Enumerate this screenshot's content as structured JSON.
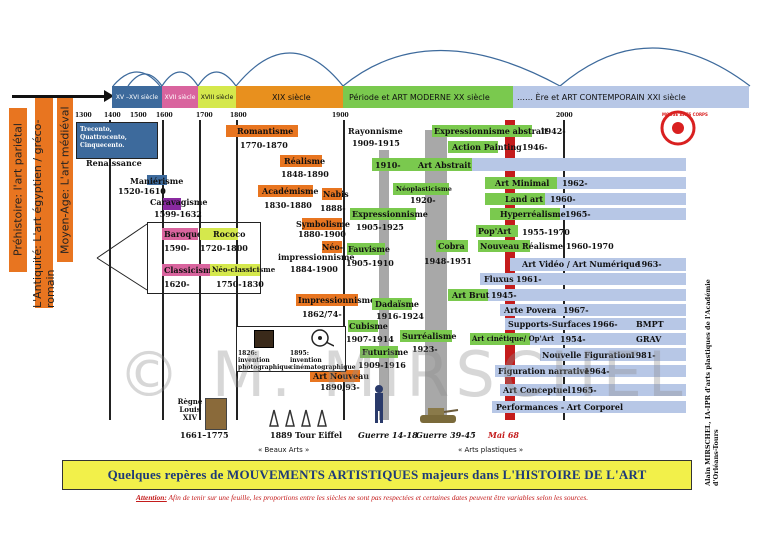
{
  "colors": {
    "blue": "#b7c7e6",
    "orange": "#e87520",
    "green": "#7ac94e",
    "pink": "#d9649e",
    "yellow": "#d5e84c",
    "grey": "#a8a8a8",
    "red": "#c41c1c",
    "darkblue": "#3d6a9c"
  },
  "left_bars": [
    {
      "text": "Préhistoire: l'art pariétal"
    },
    {
      "text": "L'Antiquité: L'art égyptien / gréco-romain"
    },
    {
      "text": "Moyen-Age: L'art médiéval"
    }
  ],
  "bands": {
    "xv_xvi": "XV –XVI siècle",
    "xvii": "XVII siècle",
    "xviii": "XVIII siècle",
    "xix": "XIX   siècle",
    "modern": "Période et ART MODERNE  XX siècle",
    "contemporain": "…… Ère et ART CONTEMPORAIN  XXI siècle"
  },
  "ticks": {
    "t1300": "1300",
    "t1400": "1400",
    "t1500": "1500",
    "t1600": "1600",
    "t1700": "1700",
    "t1800": "1800",
    "t1900": "1900",
    "t2000": "2000"
  },
  "movements": {
    "trecento": "Trecento, Quattrocento, Cinquecento.",
    "renaissance": "Renaissance",
    "manierisme": "Maniérisme",
    "manierisme_date": "1520-1610",
    "caravagisme": "Caravagisme",
    "caravagisme_date": "1599-1632",
    "baroque": "Baroque",
    "baroque_date": "1590-",
    "rococo": "Rococo",
    "rococo_date": "1720-1800",
    "classicisme": "Classicisme",
    "classicisme_date": "1620-",
    "neoclassicisme": "Néo-classicisme",
    "neoclassicisme_date": "1750-1830",
    "romantisme": "Romantisme",
    "romantisme_date": "1770-1870",
    "realisme": "Réalisme",
    "realisme_date": "1848-1890",
    "academisme": "Académisme",
    "academisme_date": "1830-1880",
    "nabis": "Nabis",
    "nabis_date": "1888-",
    "symbolisme": "Symbolisme",
    "symbolisme_date": "1880-1900",
    "neoimpressionnisme": "Néo-",
    "neoimpressionnisme2": "impressionnisme",
    "neoimpressionnisme_date": "1884-1900",
    "impressionnisme": "Impressionnisme",
    "impressionnisme_date": "1862/74-",
    "artnouveau": "Art Nouveau",
    "artnouveau_date": "1890/93-",
    "rayonnisme": "Rayonnisme",
    "rayonnisme_date": "1909-1915",
    "expressionnisme": "Expressionnisme",
    "expressionnisme_date": "1905-1925",
    "fauvisme": "Fauvisme",
    "fauvisme_date": "1905-1910",
    "dadaisme": "Dadaïsme",
    "dadaisme_date": "1916-1924",
    "cubisme": "Cubisme",
    "cubisme_date": "1907-1914",
    "futurisme": "Futurisme",
    "futurisme_date": "1909-1916",
    "surrealisme": "Surréalisme",
    "surrealisme_date": "1923-",
    "neoplasticisme": "Néoplasticisme",
    "neoplasticisme_date": "1920-",
    "cobra": "Cobra",
    "cobra_date": "1948-1951",
    "art_abstrait_start": "1910-",
    "art_abstrait": "Art Abstrait",
    "expr_abstrait": "Expressionnisme abstrait",
    "expr_abstrait_date": "1942-",
    "action_painting": "Action Painting",
    "action_painting_date": "1946-",
    "art_minimal": "Art Minimal",
    "art_minimal_date": "1962-",
    "land_art": "Land art",
    "land_art_date": "1960-",
    "hyperrealisme": "Hyperréalisme",
    "hyperrealisme_date": "1965-",
    "pop_art": "Pop'Art",
    "pop_art_date": "1955-1970",
    "nouveau_realisme": "Nouveau Réalisme 1960-1970",
    "art_video": "Art Vidéo / Art Numérique",
    "art_video_date": "1963-",
    "fluxus": "Fluxus",
    "fluxus_date": "1961-",
    "art_brut": "Art Brut",
    "art_brut_date": "1945-",
    "arte_povera": "Arte Povera",
    "arte_povera_date": "1967-",
    "supports_surfaces": "Supports-Surfaces",
    "supports_surfaces_date": "1966-",
    "bmpt": "BMPT",
    "art_cinetique": "Art cinétique/ Op'Art",
    "art_cinetique_date": "1954-",
    "grav": "GRAV",
    "nouvelle_figuration": "Nouvelle Figuration",
    "nouvelle_figuration_date": "1981-",
    "figuration_narrative": "Figuration narrative",
    "figuration_narrative_date": "1964-",
    "art_conceptuel": "Art Conceptuel",
    "art_conceptuel_date": "1965-",
    "performances": "Performances - Art Corporel"
  },
  "inventions": {
    "photo": "1826: invention photographique",
    "cinema": "1895: invention cinématographique"
  },
  "events": {
    "louis": "Règne Louis XIV",
    "louis_date": "1661–1775",
    "eiffel": "1889  Tour Eiffel",
    "war1": "Guerre 14-18",
    "war2": "Guerre 39-45",
    "mai68": "Mai 68",
    "beaux_arts": "« Beaux Arts »",
    "arts_plastiques": "« Arts plastiques »"
  },
  "watermark": "© M. MIRSCHEL",
  "title": "Quelques repères de MOUVEMENTS ARTISTIQUES majeurs dans L'HISTOIRE DE L'ART",
  "note_label": "Attention:",
  "note": " Afin de tenir sur une feuille, les proportions entre les siècles ne sont pas respectées et certaines dates peuvent être variables selon les sources.",
  "credit": "Alain MIRSCHEL, IA-IPR d'arts plastiques de l'Académie d'Orléans-Tours",
  "logo_text": "MOUSE ARTS CORPS"
}
